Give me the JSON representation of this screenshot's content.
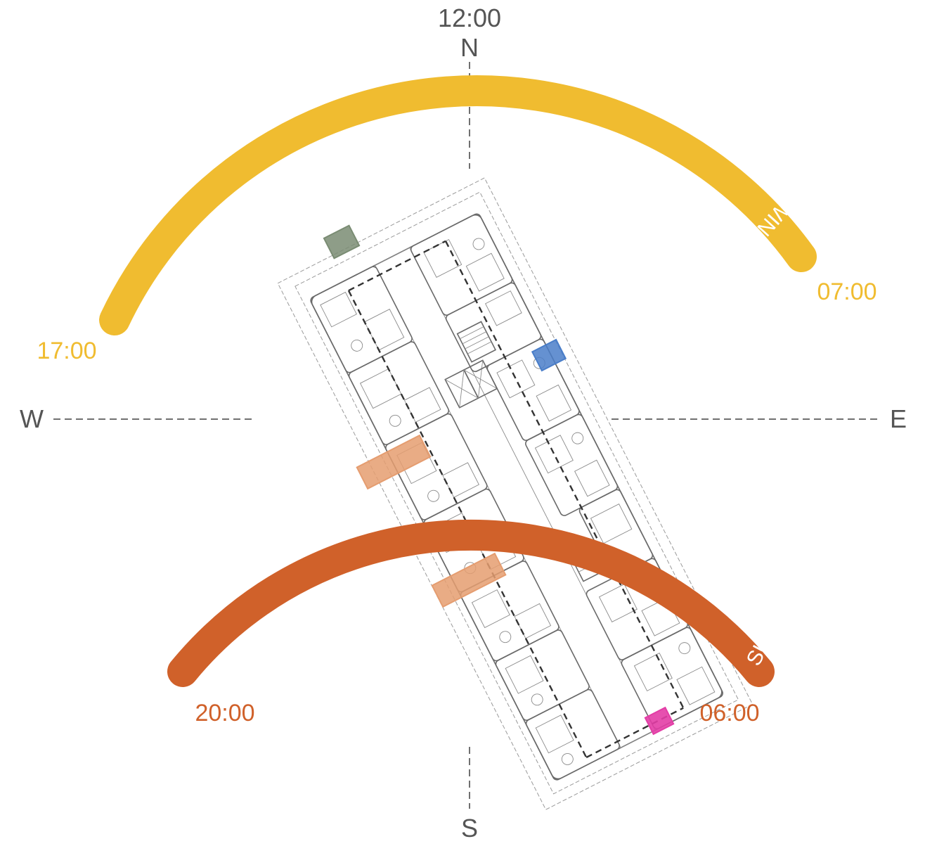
{
  "compass": {
    "north": "N",
    "south": "S",
    "east": "E",
    "west": "W"
  },
  "sun_paths": {
    "winter": {
      "label": "WINTER",
      "color": "#F0BC30",
      "sunrise": "07:00",
      "sunset": "17:00"
    },
    "summer": {
      "label": "SUMMER",
      "color": "#D0612A",
      "sunrise": "06:00",
      "sunset": "20:00"
    },
    "noon": "12:00"
  },
  "markers": {
    "green": "#7A8C73",
    "blue": "#4A7EC9",
    "orange": "#E59D70",
    "magenta": "#E33DA6"
  },
  "line_color": "#707070"
}
